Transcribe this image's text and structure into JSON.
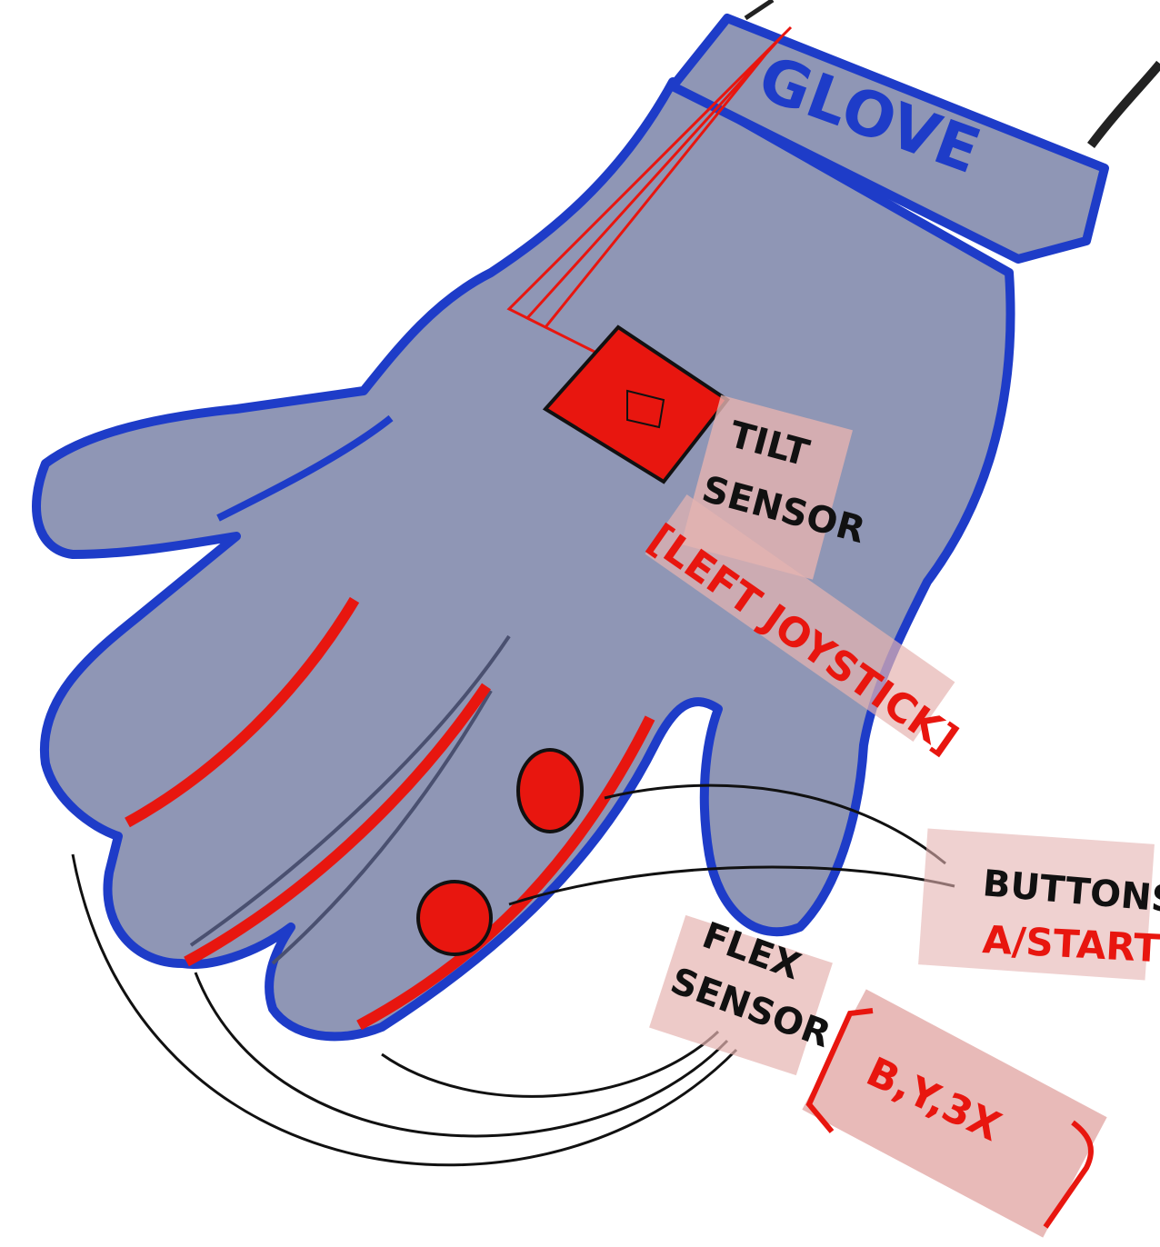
{
  "wristband_label": "GLOVE",
  "tilt_sensor": {
    "label_line1": "TILT",
    "label_line2": "SENSOR",
    "mapping": "[LEFT JOYSTICK]"
  },
  "buttons": {
    "label": "BUTTONS",
    "mapping": "A/START"
  },
  "flex_sensor": {
    "label_line1": "FLEX",
    "label_line2": "SENSOR",
    "mapping": "B,Y,3X"
  },
  "colors": {
    "glove_fill": "#8f96b5",
    "glove_outline": "#1e3cc8",
    "sensor_red": "#e8160f",
    "label_bg": "#e5b3b0",
    "ink": "#111111"
  }
}
